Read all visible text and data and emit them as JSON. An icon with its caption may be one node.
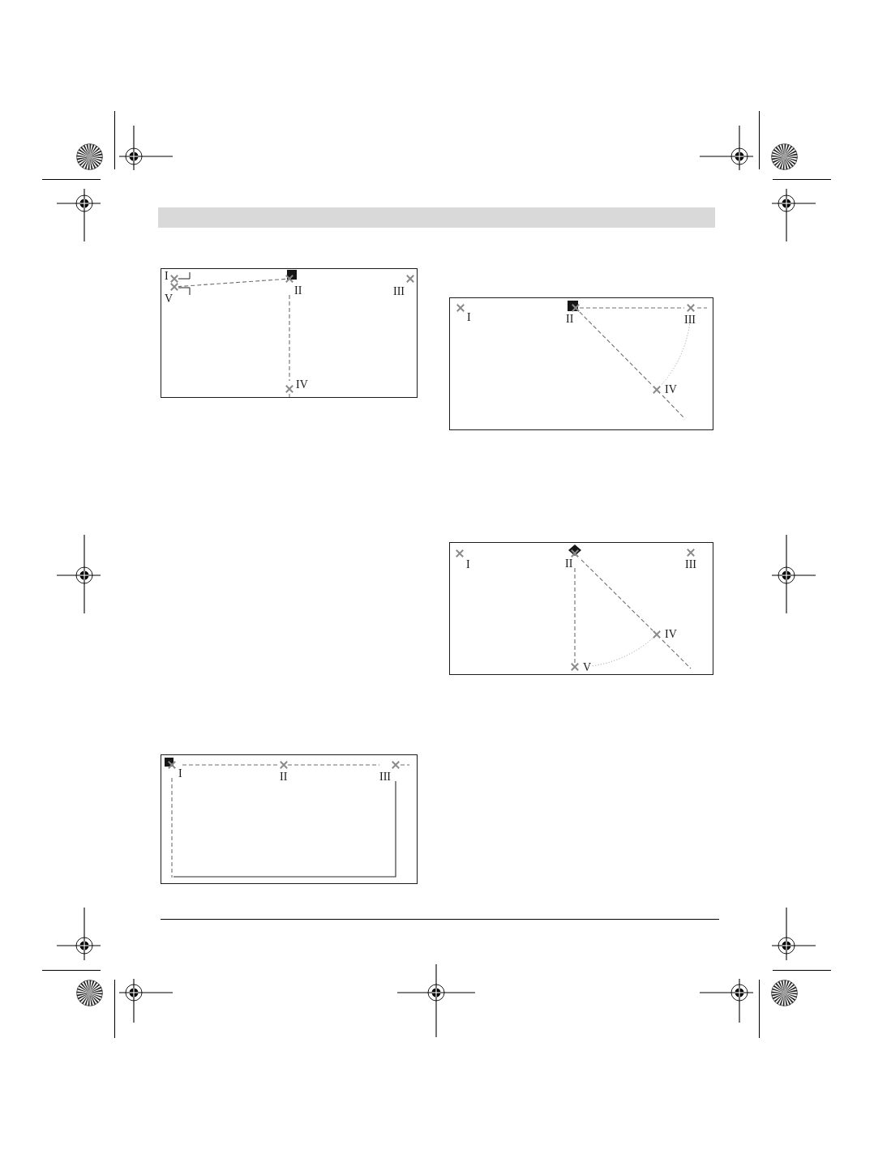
{
  "diagram": {
    "nodes": [
      {
        "text": [],
        "shape": "box"
      },
      {
        "text": [
          "I"
        ],
        "in": 0
      },
      {
        "text": [
          "II"
        ],
        "in": 0
      },
      {
        "text": [
          "III"
        ],
        "in": 0
      },
      {
        "text": [
          "V"
        ],
        "in": 0
      },
      {
        "text": [
          "IV"
        ],
        "in": 0
      },
      {
        "text": [],
        "shape": "box"
      },
      {
        "text": [
          "I"
        ],
        "in": 6
      },
      {
        "text": [
          "II"
        ],
        "in": 6
      },
      {
        "text": [
          "III"
        ],
        "in": 6
      },
      {
        "text": [
          "IV"
        ],
        "in": 6
      },
      {
        "text": [],
        "shape": "box"
      },
      {
        "text": [
          "I"
        ],
        "in": 11
      },
      {
        "text": [
          "II"
        ],
        "in": 11
      },
      {
        "text": [
          "III"
        ],
        "in": 11
      },
      {
        "text": [
          "IV"
        ],
        "in": 11
      },
      {
        "text": [
          "V"
        ],
        "in": 11
      },
      {
        "text": [],
        "shape": "box"
      },
      {
        "text": [
          "I"
        ],
        "in": 17
      },
      {
        "text": [
          "II"
        ],
        "in": 17
      },
      {
        "text": [
          "III"
        ],
        "in": 17
      }
    ],
    "edges": [
      {
        "from": 2,
        "to": 4,
        "arrow": "none",
        "style": "dashed"
      },
      {
        "from": 2,
        "to": 5,
        "arrow": "none",
        "style": "dashed"
      },
      {
        "from": 8,
        "to": 9,
        "arrow": "none",
        "style": "dashed"
      },
      {
        "from": 8,
        "to": 10,
        "arrow": "none",
        "style": "dashed"
      },
      {
        "from": 9,
        "to": 10,
        "arrow": "none",
        "style": "dashed",
        "color": "#9a9a9a"
      },
      {
        "from": 13,
        "to": 16,
        "arrow": "none",
        "style": "dashed"
      },
      {
        "from": 13,
        "to": 15,
        "arrow": "none",
        "style": "dashed"
      },
      {
        "from": 15,
        "to": 16,
        "arrow": "none",
        "style": "dashed",
        "color": "#9a9a9a"
      },
      {
        "from": 18,
        "to": 19,
        "arrow": "none",
        "style": "dashed"
      },
      {
        "from": 19,
        "to": 20,
        "arrow": "none",
        "style": "dashed"
      },
      {
        "from": 18,
        "to": null,
        "arrow": "none",
        "style": "dashed"
      },
      {
        "from": 20,
        "to": null,
        "arrow": "none",
        "color": "#2a2a2a"
      }
    ]
  }
}
